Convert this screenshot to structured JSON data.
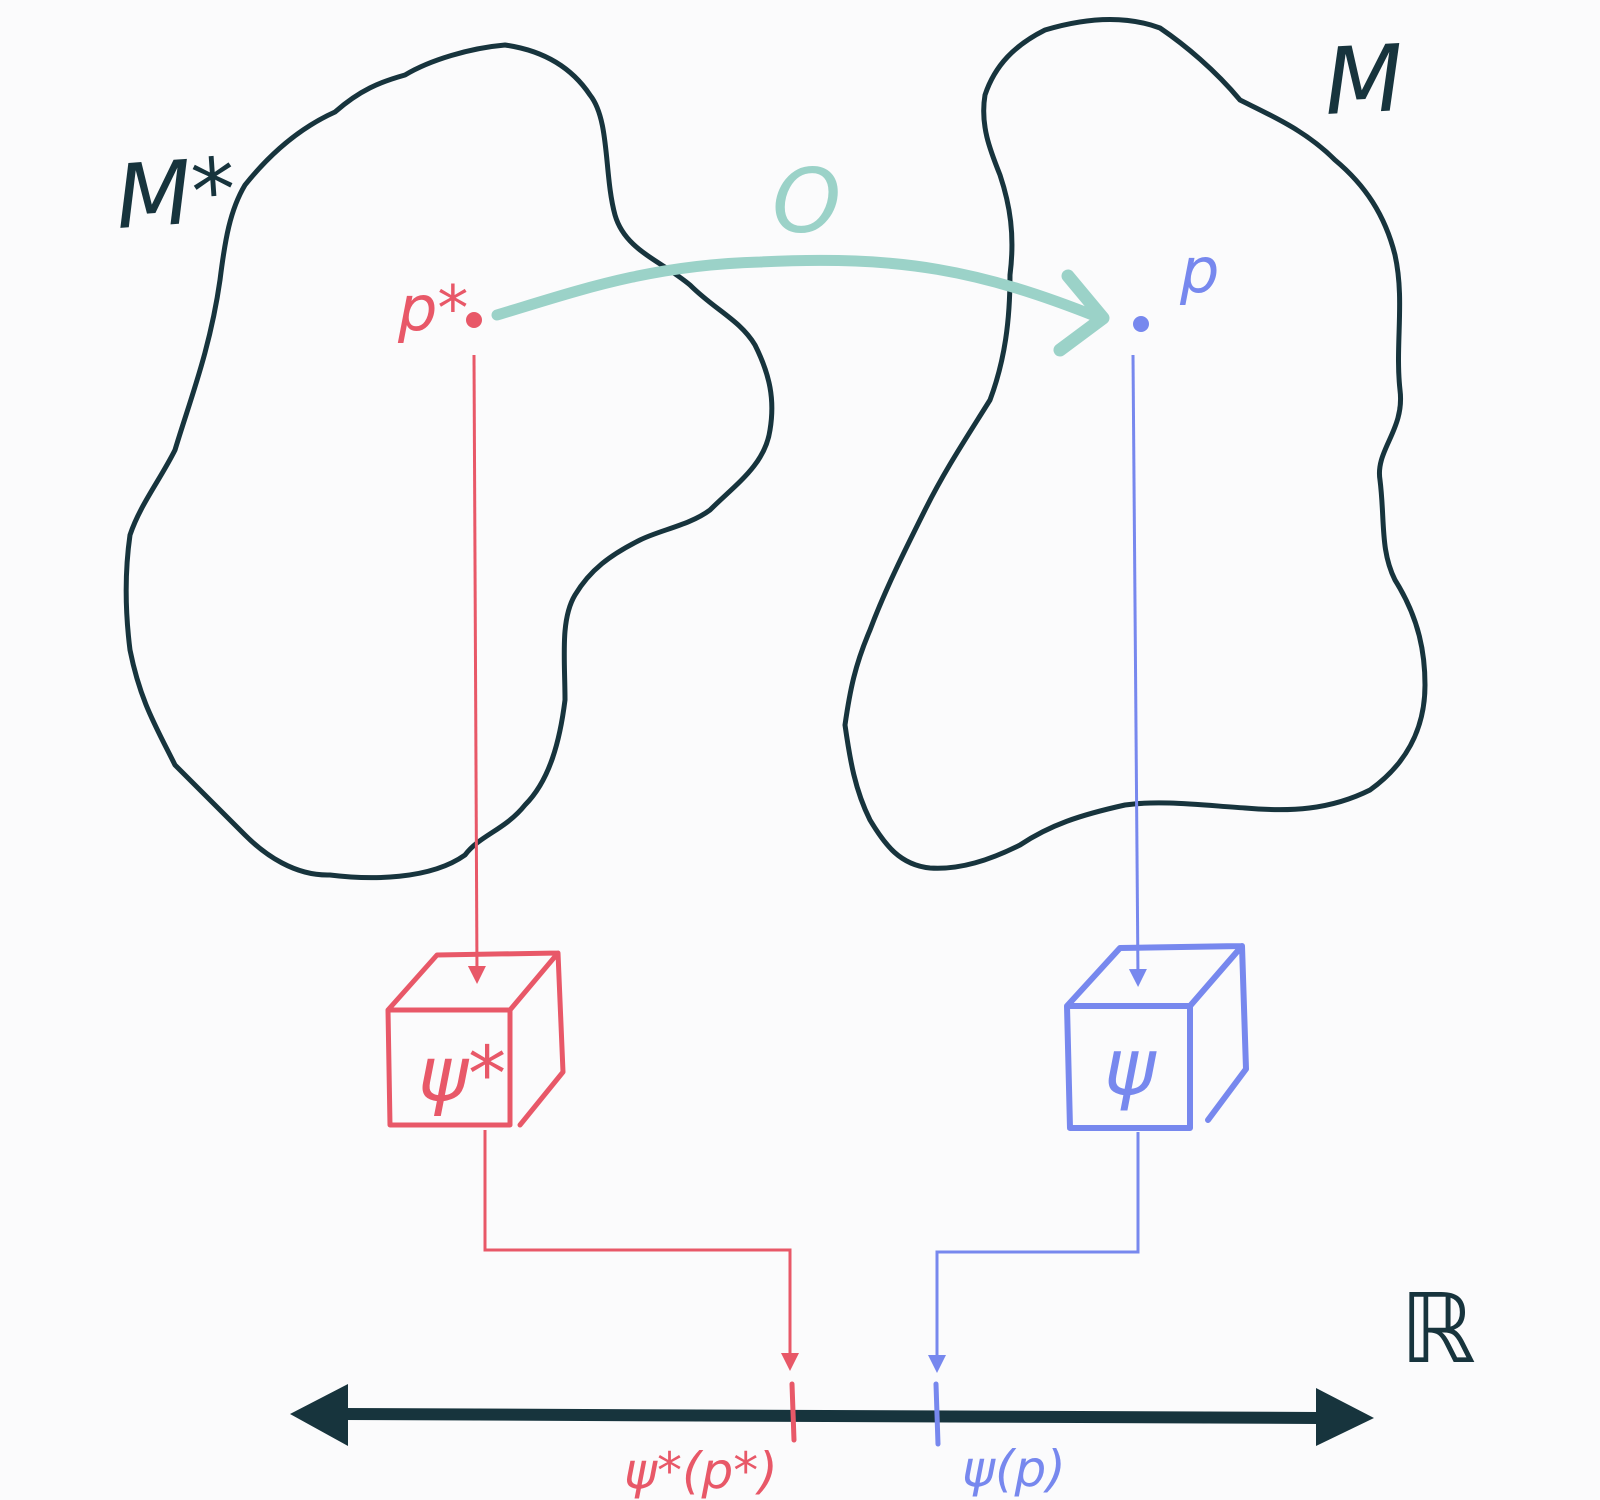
{
  "manifolds": {
    "left_label": "M*",
    "right_label": "M"
  },
  "points": {
    "p_star": "p*",
    "p": "p"
  },
  "map": {
    "label": "O"
  },
  "functions": {
    "psi_star": "ψ*",
    "psi": "ψ"
  },
  "number_line": {
    "label": "ℝ",
    "value_left": "ψ*(p*)",
    "value_right": "ψ(p)"
  },
  "colors": {
    "dark": "#17343d",
    "red": "#e85868",
    "blue": "#7788ee",
    "teal": "#9bd2c8"
  }
}
